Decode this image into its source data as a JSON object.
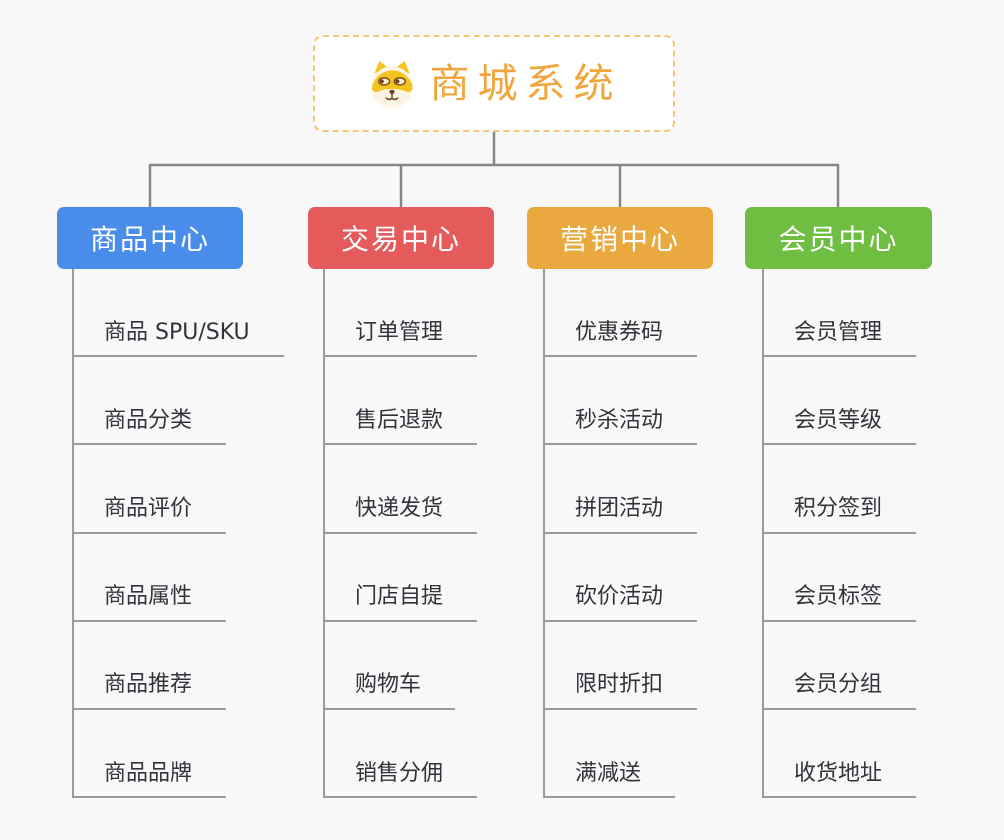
{
  "page": {
    "background_color": "#f8f8f8",
    "connector_color": "#868686",
    "item_line_color": "#9b9b9b",
    "item_text_color": "#33333b"
  },
  "root": {
    "title": "商城系统",
    "icon": "shiba-dog-icon",
    "text_color": "#f0a63c",
    "border_color": "#f2c878",
    "background": "#ffffff"
  },
  "branches": [
    {
      "label": "商品中心",
      "color": "#4a8cea",
      "items": [
        "商品 SPU/SKU",
        "商品分类",
        "商品评价",
        "商品属性",
        "商品推荐",
        "商品品牌"
      ]
    },
    {
      "label": "交易中心",
      "color": "#e55b5b",
      "items": [
        "订单管理",
        "售后退款",
        "快递发货",
        "门店自提",
        "购物车",
        "销售分佣"
      ]
    },
    {
      "label": "营销中心",
      "color": "#e9a93e",
      "items": [
        "优惠券码",
        "秒杀活动",
        "拼团活动",
        "砍价活动",
        "限时折扣",
        "满减送"
      ]
    },
    {
      "label": "会员中心",
      "color": "#6fbe42",
      "items": [
        "会员管理",
        "会员等级",
        "积分签到",
        "会员标签",
        "会员分组",
        "收货地址"
      ]
    }
  ]
}
